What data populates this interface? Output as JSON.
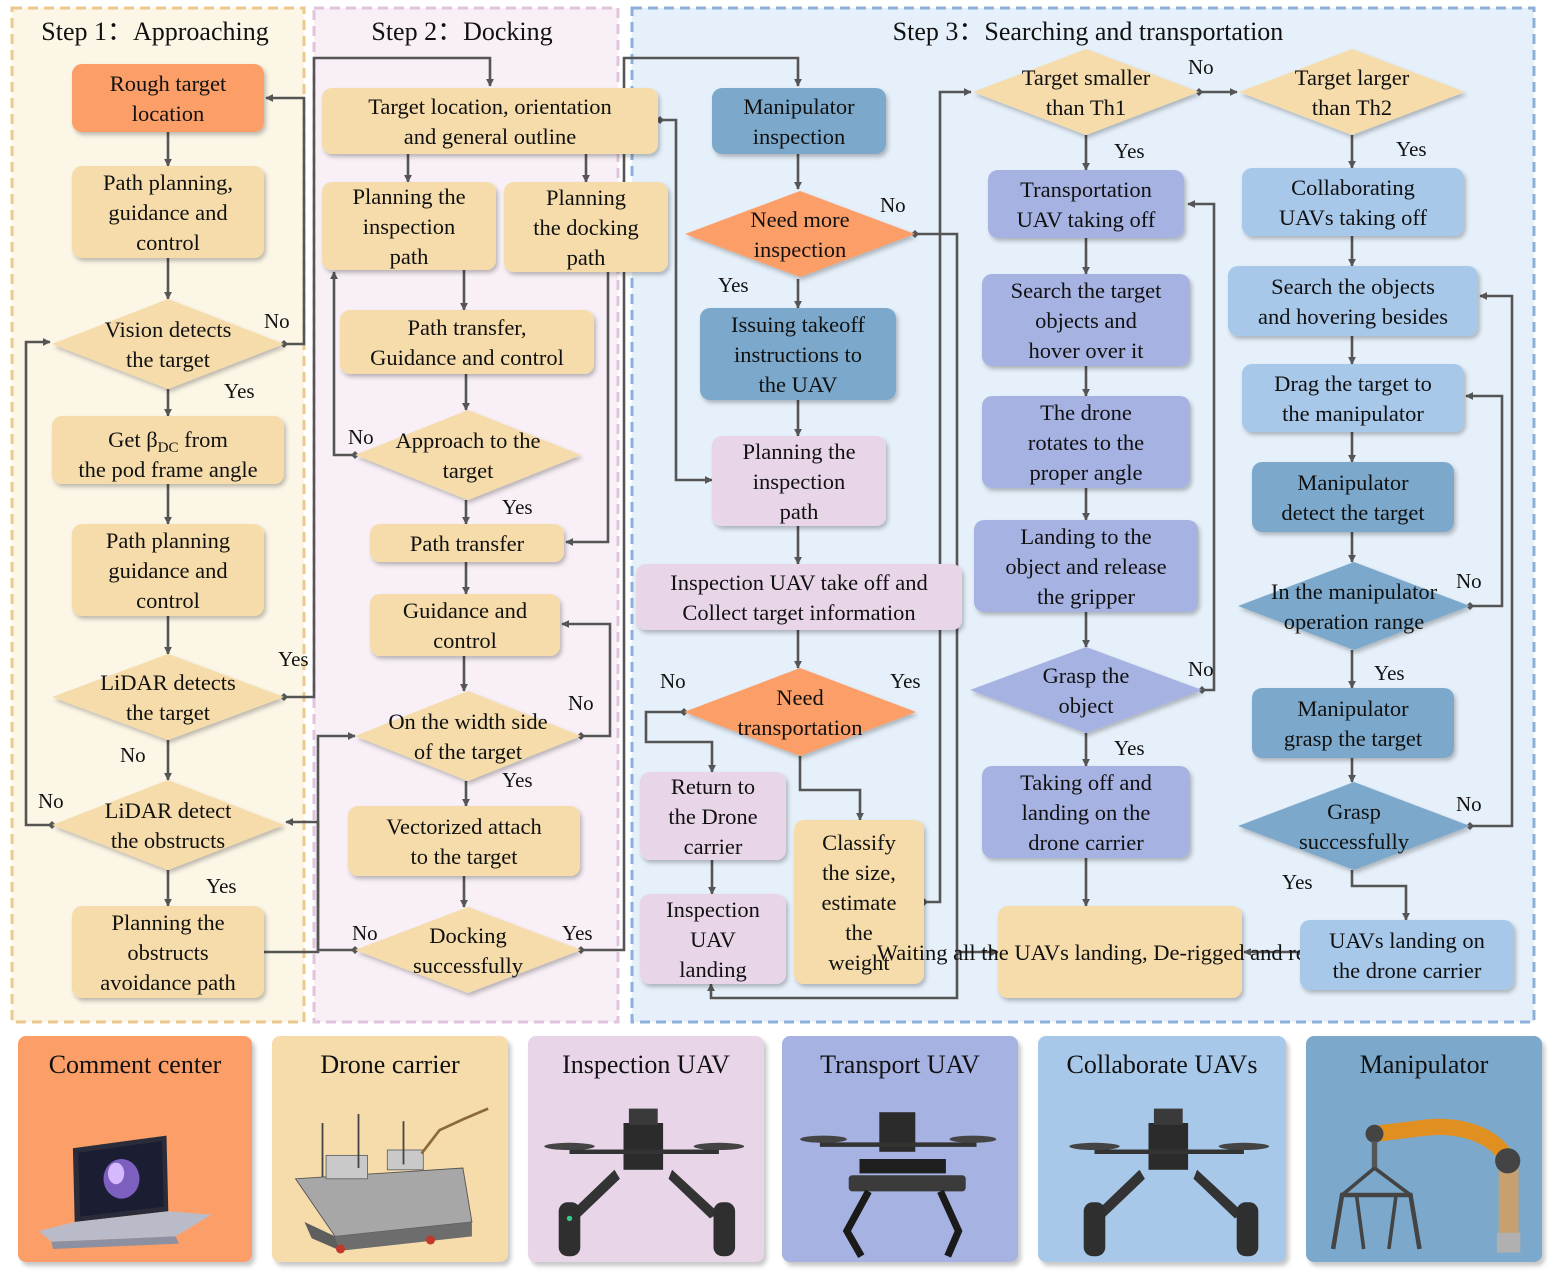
{
  "colors": {
    "orange": "#fc9e67",
    "beige": "#f5dcaa",
    "lavender": "#e8d6e8",
    "periwinkle": "#a6b2e2",
    "lightblue": "#a8c8ea",
    "steel": "#7ca9cb",
    "step1_bg": "#fcf6e6",
    "step1_border": "#ecc88c",
    "step2_bg": "#f8f0f6",
    "step2_border": "#e0c4dc",
    "step3_bg": "#e6f0fa",
    "step3_border": "#8cb0da",
    "arrow": "#555555"
  },
  "steps": [
    {
      "title": "Step 1：Approaching"
    },
    {
      "title": "Step 2：Docking"
    },
    {
      "title": "Step 3：Searching and transportation"
    }
  ],
  "nodes": {
    "rough_target": {
      "text": "Rough target location"
    },
    "s1_path1": {
      "text": "Path planning, guidance and control"
    },
    "vision": {
      "text": "Vision detects the target"
    },
    "beta": {
      "text": "Get βDC from the pod frame angle"
    },
    "s1_path2": {
      "text": "Path planning guidance and control"
    },
    "lidar_target": {
      "text": "LiDAR detects the target"
    },
    "lidar_obstruct": {
      "text": "LiDAR detect the obstructs"
    },
    "avoid_path": {
      "text": "Planning the obstructs avoidance path"
    },
    "target_loc": {
      "text": "Target location, orientation and general outline"
    },
    "plan_insp": {
      "text": "Planning the inspection path"
    },
    "plan_dock": {
      "text": "Planning the docking path"
    },
    "transfer_guid": {
      "text": "Path transfer, Guidance and control"
    },
    "approach": {
      "text": "Approach to the target"
    },
    "path_transfer": {
      "text": "Path transfer"
    },
    "guid_ctrl": {
      "text": "Guidance and control"
    },
    "width_side": {
      "text": "On the width side of the target"
    },
    "vector_attach": {
      "text": "Vectorized attach to the target"
    },
    "docking_ok": {
      "text": "Docking successfully"
    },
    "manip_insp": {
      "text": "Manipulator inspection"
    },
    "more_insp": {
      "text": "Need more inspection"
    },
    "issue_takeoff": {
      "text": "Issuing takeoff instructions to the UAV"
    },
    "plan_insp2": {
      "text": "Planning the inspection path"
    },
    "insp_collect": {
      "text": "Inspection UAV take off and Collect target information"
    },
    "need_trans": {
      "text": "Need transportation"
    },
    "return_carrier": {
      "text": "Return to the Drone carrier"
    },
    "insp_landing": {
      "text": "Inspection UAV landing"
    },
    "classify": {
      "text": "Classify the size, estimate the weight"
    },
    "smaller_th1": {
      "text": "Target smaller than Th1"
    },
    "trans_takeoff": {
      "text": "Transportation UAV taking off"
    },
    "search_hover": {
      "text": "Search the target objects and hover over it"
    },
    "rotate_angle": {
      "text": "The drone rotates to the proper angle"
    },
    "land_release": {
      "text": "Landing to the object and release the gripper"
    },
    "grasp_obj": {
      "text": "Grasp the object"
    },
    "takeoff_land": {
      "text": "Taking off and landing on the drone carrier"
    },
    "waiting": {
      "text": "Waiting all the UAVs landing, De-rigged and returned"
    },
    "larger_th2": {
      "text": "Target larger than Th2"
    },
    "collab_takeoff": {
      "text": "Collaborating UAVs taking off"
    },
    "search_besides": {
      "text": "Search the objects and hovering besides"
    },
    "drag": {
      "text": "Drag the target to the manipulator"
    },
    "manip_detect": {
      "text": "Manipulator detect the target"
    },
    "manip_range": {
      "text": "In the manipulator operation range"
    },
    "manip_grasp": {
      "text": "Manipulator grasp the target"
    },
    "grasp_ok": {
      "text": "Grasp successfully"
    },
    "uavs_landing": {
      "text": "UAVs landing on the drone carrier"
    }
  },
  "edge_labels": {
    "yes": "Yes",
    "no": "No"
  },
  "legend": [
    {
      "title": "Comment center",
      "icon": "laptop-icon",
      "color": "#fc9e67"
    },
    {
      "title": "Drone carrier",
      "icon": "drone-carrier-icon",
      "color": "#f5dcaa"
    },
    {
      "title": "Inspection UAV",
      "icon": "inspection-uav-icon",
      "color": "#e8d6e8"
    },
    {
      "title": "Transport UAV",
      "icon": "transport-uav-icon",
      "color": "#a6b2e2"
    },
    {
      "title": "Collaborate UAVs",
      "icon": "collaborate-uav-icon",
      "color": "#a8c8ea"
    },
    {
      "title": "Manipulator",
      "icon": "manipulator-icon",
      "color": "#7ca9cb"
    }
  ]
}
